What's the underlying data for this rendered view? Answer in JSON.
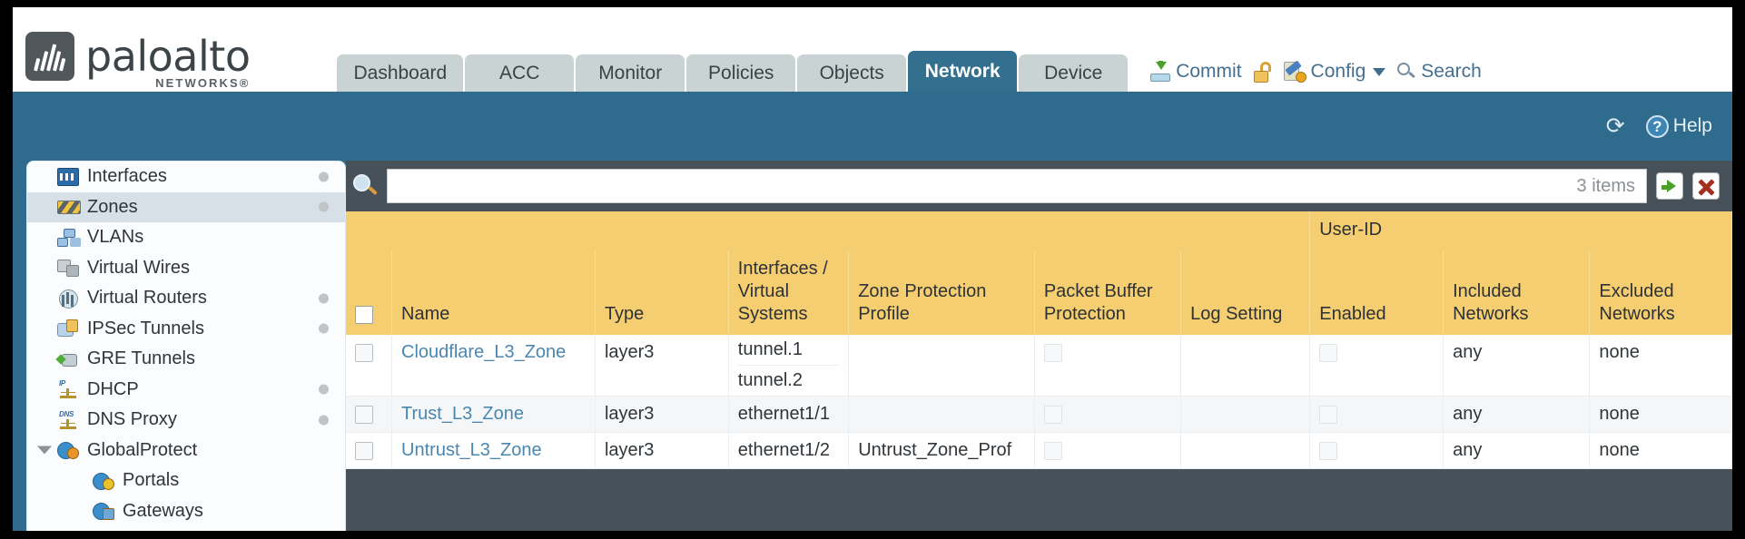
{
  "brand": {
    "name": "paloalto",
    "subtitle": "NETWORKS®",
    "logo_icon": "paloalto-logo-icon"
  },
  "nav": {
    "tabs": [
      {
        "label": "Dashboard",
        "active": false
      },
      {
        "label": "ACC",
        "active": false
      },
      {
        "label": "Monitor",
        "active": false
      },
      {
        "label": "Policies",
        "active": false
      },
      {
        "label": "Objects",
        "active": false
      },
      {
        "label": "Network",
        "active": true
      },
      {
        "label": "Device",
        "active": false
      }
    ]
  },
  "header_actions": {
    "commit_label": "Commit",
    "commit_icon": "commit-icon",
    "lock_icon": "padlock-icon",
    "config_label": "Config",
    "config_icon": "config-icon",
    "config_caret": "chevron-down-icon",
    "search_label": "Search",
    "search_icon": "magnifier-icon"
  },
  "toolstrip": {
    "refresh_icon": "refresh-icon",
    "refresh_glyph": "⟳",
    "help_label": "Help",
    "help_icon": "help-icon",
    "help_glyph": "?"
  },
  "sidebar": {
    "items": [
      {
        "label": "Interfaces",
        "icon": "interfaces-icon",
        "selected": false,
        "dot": true,
        "child": false,
        "expander": false
      },
      {
        "label": "Zones",
        "icon": "zones-icon",
        "selected": true,
        "dot": true,
        "child": false,
        "expander": false
      },
      {
        "label": "VLANs",
        "icon": "vlans-icon",
        "selected": false,
        "dot": false,
        "child": false,
        "expander": false
      },
      {
        "label": "Virtual Wires",
        "icon": "virtual-wires-icon",
        "selected": false,
        "dot": false,
        "child": false,
        "expander": false
      },
      {
        "label": "Virtual Routers",
        "icon": "virtual-routers-icon",
        "selected": false,
        "dot": true,
        "child": false,
        "expander": false
      },
      {
        "label": "IPSec Tunnels",
        "icon": "ipsec-tunnels-icon",
        "selected": false,
        "dot": true,
        "child": false,
        "expander": false
      },
      {
        "label": "GRE Tunnels",
        "icon": "gre-tunnels-icon",
        "selected": false,
        "dot": false,
        "child": false,
        "expander": false
      },
      {
        "label": "DHCP",
        "icon": "dhcp-icon",
        "selected": false,
        "dot": true,
        "child": false,
        "expander": false
      },
      {
        "label": "DNS Proxy",
        "icon": "dns-proxy-icon",
        "selected": false,
        "dot": true,
        "child": false,
        "expander": false
      },
      {
        "label": "GlobalProtect",
        "icon": "globalprotect-icon",
        "selected": false,
        "dot": false,
        "child": false,
        "expander": true
      },
      {
        "label": "Portals",
        "icon": "portals-icon",
        "selected": false,
        "dot": false,
        "child": true,
        "expander": false
      },
      {
        "label": "Gateways",
        "icon": "gateways-icon",
        "selected": false,
        "dot": false,
        "child": true,
        "expander": false
      }
    ]
  },
  "search": {
    "value": "",
    "placeholder": "",
    "item_count": "3 items",
    "go_label": "",
    "go_icon": "arrow-right-icon",
    "clear_icon": "close-icon",
    "magnifier_icon": "magnifier-icon"
  },
  "table": {
    "group_header": "User-ID",
    "columns": [
      "Name",
      "Type",
      "Interfaces / Virtual Systems",
      "Zone Protection Profile",
      "Packet Buffer Protection",
      "Log Setting",
      "Enabled",
      "Included Networks",
      "Excluded Networks"
    ],
    "rows": [
      {
        "name": "Cloudflare_L3_Zone",
        "type": "layer3",
        "interfaces": [
          "tunnel.1",
          "tunnel.2"
        ],
        "zone_protection_profile": "",
        "packet_buffer_protection": false,
        "log_setting": "",
        "userid_enabled": false,
        "included_networks": "any",
        "excluded_networks": "none"
      },
      {
        "name": "Trust_L3_Zone",
        "type": "layer3",
        "interfaces": [
          "ethernet1/1"
        ],
        "zone_protection_profile": "",
        "packet_buffer_protection": false,
        "log_setting": "",
        "userid_enabled": false,
        "included_networks": "any",
        "excluded_networks": "none"
      },
      {
        "name": "Untrust_L3_Zone",
        "type": "layer3",
        "interfaces": [
          "ethernet1/2"
        ],
        "zone_protection_profile": "Untrust_Zone_Prof",
        "packet_buffer_protection": false,
        "log_setting": "",
        "userid_enabled": false,
        "included_networks": "any",
        "excluded_networks": "none"
      }
    ]
  },
  "colors": {
    "brand_gray": "#3d4447",
    "tab_active": "#336f8f",
    "tab_inactive": "#c9d3d4",
    "body_blue": "#2e6b8c",
    "header_gold": "#f4ce70",
    "group_gold": "#dfb14a",
    "link_blue": "#4a87b0",
    "panel_dark": "#475159"
  }
}
